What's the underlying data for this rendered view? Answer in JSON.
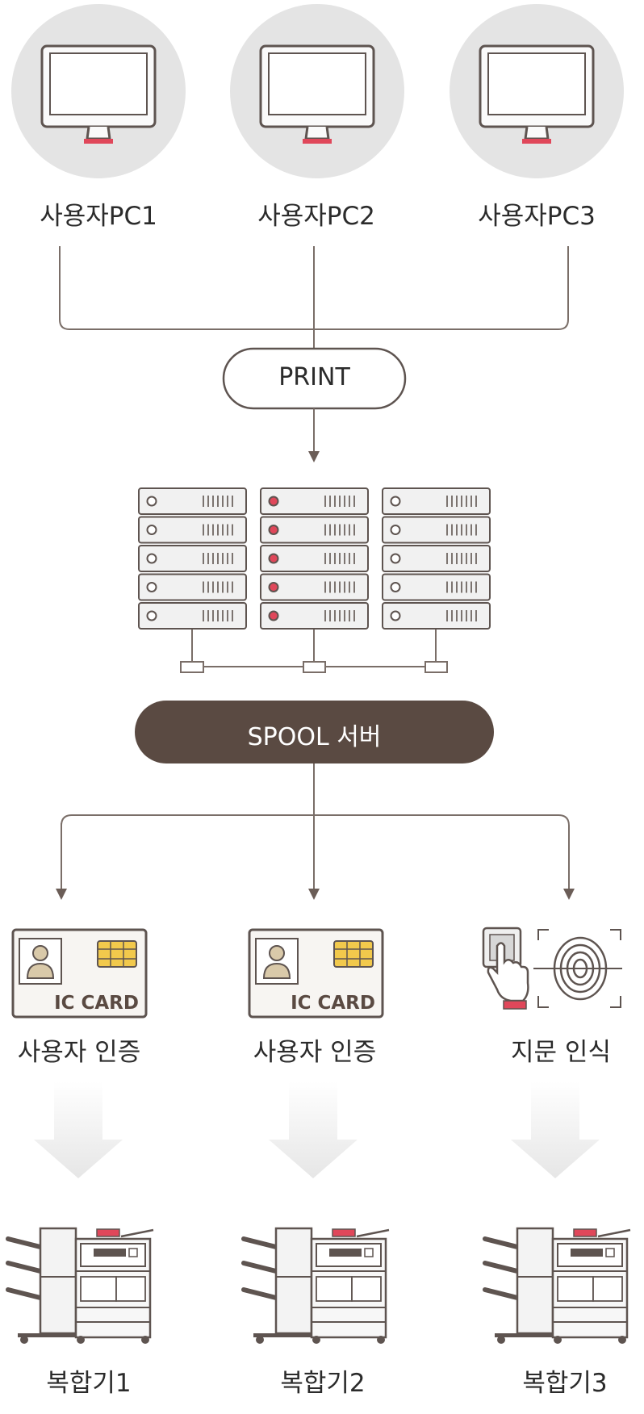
{
  "pcs": [
    {
      "label": "사용자PC1"
    },
    {
      "label": "사용자PC2"
    },
    {
      "label": "사용자PC3"
    }
  ],
  "print_label": "PRINT",
  "spool_label": "SPOOL 서버",
  "auth": [
    {
      "label": "사용자 인증",
      "card_text": "IC CARD"
    },
    {
      "label": "사용자 인증",
      "card_text": "IC CARD"
    },
    {
      "label": "지문 인식"
    }
  ],
  "devices": [
    {
      "label": "복합기1"
    },
    {
      "label": "복합기2"
    },
    {
      "label": "복합기3"
    }
  ],
  "colors": {
    "accent_red": "#e0475a",
    "spool_dark": "#5a4a42",
    "line": "#7a6e68",
    "circle_bg": "#e4e4e4",
    "chip_yellow": "#f2c94c",
    "arrow_fade": "#e9e9e9"
  }
}
